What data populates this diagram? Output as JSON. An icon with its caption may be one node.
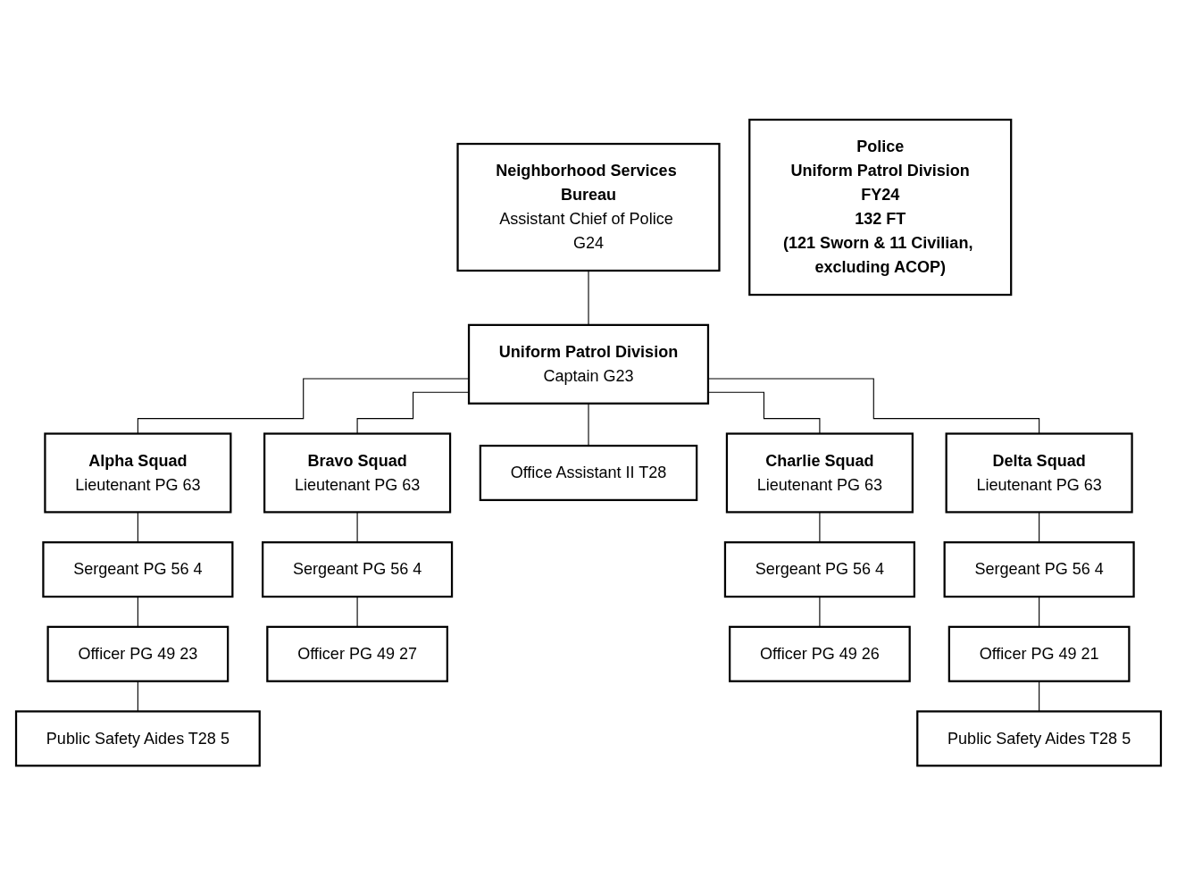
{
  "diagram": {
    "nodes": [
      {
        "text": [
          "Neighborhood Services Bureau",
          "Assistant Chief of Police G24"
        ]
      },
      {
        "text": [
          "Uniform Patrol Division",
          "Captain G23"
        ]
      },
      {
        "text": [
          "Police",
          "Uniform Patrol Division",
          "FY24",
          "132 FT",
          "(121 Sworn & 11 Civilian, excluding ACOP)"
        ]
      },
      {
        "text": [
          "Alpha Squad",
          "Lieutenant PG 63"
        ]
      },
      {
        "text": [
          "Sergeant PG 56 4"
        ]
      },
      {
        "text": [
          "Officer PG 49 23"
        ]
      },
      {
        "text": [
          "Public Safety Aides T28 5"
        ]
      },
      {
        "text": [
          "Bravo Squad",
          "Lieutenant PG 63"
        ]
      },
      {
        "text": [
          "Sergeant PG 56 4"
        ]
      },
      {
        "text": [
          "Officer PG 49 27"
        ]
      },
      {
        "text": [
          "Office Assistant II T28"
        ]
      },
      {
        "text": [
          "Charlie Squad",
          "Lieutenant PG 63"
        ]
      },
      {
        "text": [
          "Sergeant PG 56 4"
        ]
      },
      {
        "text": [
          "Officer PG 49 26"
        ]
      },
      {
        "text": [
          "Delta Squad",
          "Lieutenant PG 63"
        ]
      },
      {
        "text": [
          "Sergeant PG 56 4"
        ]
      },
      {
        "text": [
          "Officer PG 49 21"
        ]
      },
      {
        "text": [
          "Public Safety Aides T28 5"
        ]
      }
    ],
    "edges": [
      {
        "from": 0,
        "to": 1,
        "arrow": "none"
      },
      {
        "from": 1,
        "to": 3,
        "arrow": "none"
      },
      {
        "from": 1,
        "to": 7,
        "arrow": "none"
      },
      {
        "from": 1,
        "to": 10,
        "arrow": "none"
      },
      {
        "from": 1,
        "to": 11,
        "arrow": "none"
      },
      {
        "from": 1,
        "to": 14,
        "arrow": "none"
      },
      {
        "from": 3,
        "to": 4,
        "arrow": "none"
      },
      {
        "from": 4,
        "to": 5,
        "arrow": "none"
      },
      {
        "from": 5,
        "to": 6,
        "arrow": "none"
      },
      {
        "from": 7,
        "to": 8,
        "arrow": "none"
      },
      {
        "from": 8,
        "to": 9,
        "arrow": "none"
      },
      {
        "from": 11,
        "to": 12,
        "arrow": "none"
      },
      {
        "from": 12,
        "to": 13,
        "arrow": "none"
      },
      {
        "from": 14,
        "to": 15,
        "arrow": "none"
      },
      {
        "from": 15,
        "to": 16,
        "arrow": "none"
      },
      {
        "from": 16,
        "to": 17,
        "arrow": "none"
      }
    ]
  }
}
